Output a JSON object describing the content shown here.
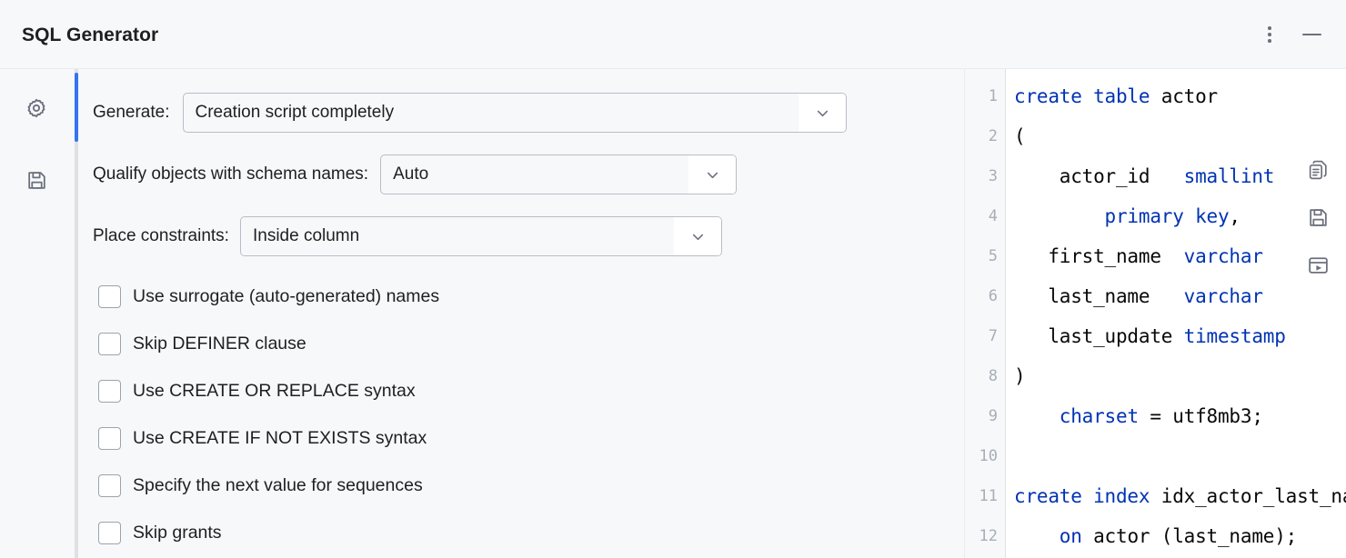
{
  "window": {
    "title": "SQL Generator",
    "accent_color": "#3574F0",
    "background": "#F7F8FA"
  },
  "titlebar": {
    "menu_icon": "kebab-menu-icon",
    "minimize_icon": "minimize-icon"
  },
  "rail": {
    "items": [
      {
        "icon": "gear-icon",
        "name": "settings"
      },
      {
        "icon": "floppy-disk-icon",
        "name": "save-settings"
      }
    ]
  },
  "form": {
    "fields": [
      {
        "label": "Generate:",
        "value": "Creation script completely",
        "arrow": "chevron-down-icon"
      },
      {
        "label": "Qualify objects with schema names:",
        "value": "Auto",
        "arrow": "chevron-down-icon"
      },
      {
        "label": "Place constraints:",
        "value": "Inside column",
        "arrow": "chevron-down-icon"
      }
    ],
    "checkboxes": [
      {
        "label": "Use surrogate (auto-generated) names",
        "checked": false
      },
      {
        "label": "Skip DEFINER clause",
        "checked": false
      },
      {
        "label": "Use CREATE OR REPLACE syntax",
        "checked": false
      },
      {
        "label": "Use CREATE IF NOT EXISTS syntax",
        "checked": false
      },
      {
        "label": "Specify the next value for sequences",
        "checked": false
      },
      {
        "label": "Skip grants",
        "checked": false
      }
    ]
  },
  "editor": {
    "keyword_color": "#0033B3",
    "gutter": [
      "1",
      "2",
      "3",
      "4",
      "5",
      "6",
      "7",
      "8",
      "9",
      "10",
      "11",
      "12"
    ],
    "lines": [
      {
        "n": "1",
        "tokens": [
          {
            "t": "create table",
            "kw": true
          },
          {
            "t": " actor",
            "kw": false
          }
        ]
      },
      {
        "n": "2",
        "tokens": [
          {
            "t": "(",
            "kw": false
          }
        ]
      },
      {
        "n": "3",
        "tokens": [
          {
            "t": "    actor_id   ",
            "kw": false
          },
          {
            "t": "smallint",
            "kw": true
          }
        ]
      },
      {
        "n": "4",
        "tokens": [
          {
            "t": "        ",
            "kw": false
          },
          {
            "t": "primary key",
            "kw": true
          },
          {
            "t": ",",
            "kw": false
          }
        ]
      },
      {
        "n": "5",
        "tokens": [
          {
            "t": "   first_name  ",
            "kw": false
          },
          {
            "t": "varchar",
            "kw": true
          }
        ]
      },
      {
        "n": "6",
        "tokens": [
          {
            "t": "   last_name   ",
            "kw": false
          },
          {
            "t": "varchar",
            "kw": true
          }
        ]
      },
      {
        "n": "7",
        "tokens": [
          {
            "t": "   last_update ",
            "kw": false
          },
          {
            "t": "timestamp",
            "kw": true
          }
        ]
      },
      {
        "n": "8",
        "tokens": [
          {
            "t": ")",
            "kw": false
          }
        ]
      },
      {
        "n": "9",
        "tokens": [
          {
            "t": "    ",
            "kw": false
          },
          {
            "t": "charset",
            "kw": true
          },
          {
            "t": " = utf8mb3;",
            "kw": false
          }
        ]
      },
      {
        "n": "10",
        "tokens": [
          {
            "t": "",
            "kw": false
          }
        ]
      },
      {
        "n": "11",
        "tokens": [
          {
            "t": "create index",
            "kw": true
          },
          {
            "t": " idx_actor_last_name",
            "kw": false
          }
        ]
      },
      {
        "n": "12",
        "tokens": [
          {
            "t": "    ",
            "kw": false
          },
          {
            "t": "on",
            "kw": true
          },
          {
            "t": " actor (last_name);",
            "kw": false
          }
        ]
      }
    ],
    "tools": [
      {
        "icon": "copy-icon",
        "name": "copy-to-clipboard"
      },
      {
        "icon": "floppy-disk-icon",
        "name": "save-to-file"
      },
      {
        "icon": "open-in-console-icon",
        "name": "open-in-console"
      }
    ]
  }
}
